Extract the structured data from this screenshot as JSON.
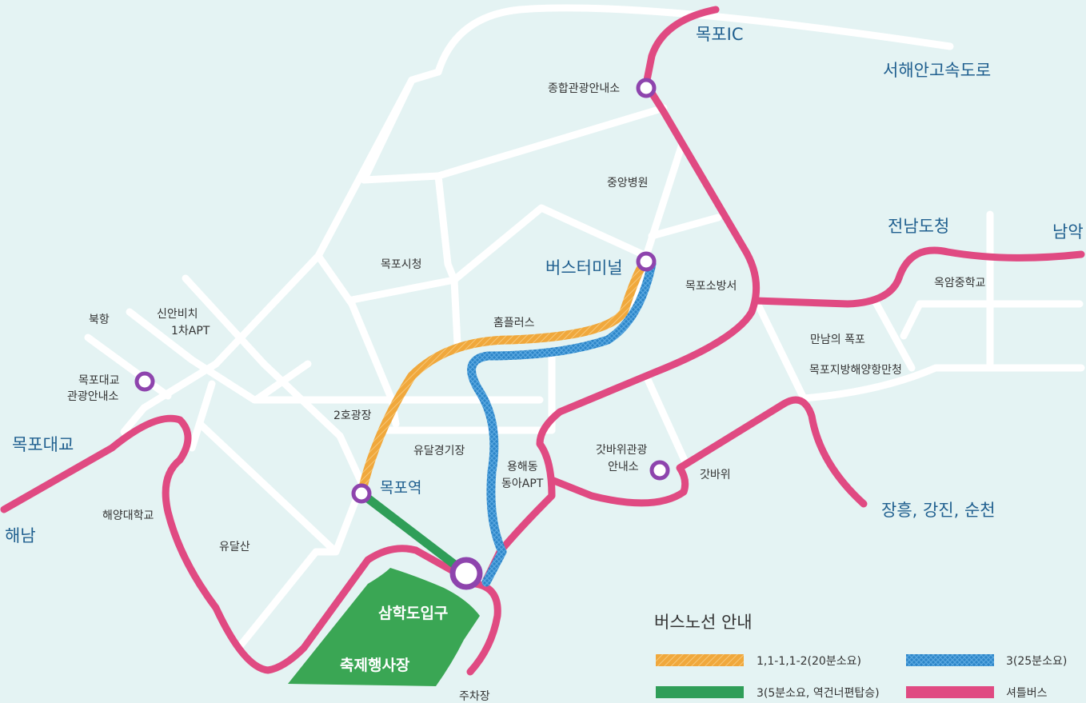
{
  "colors": {
    "background": "#e4f3f3",
    "road": "#ffffff",
    "route_1": "#f0a83c",
    "route_3_short": "#2f9e58",
    "route_3_long": "#2c85c8",
    "shuttle": "#e04a82",
    "stop_ring": "#8e44ad",
    "festival_area": "#3aa654"
  },
  "labels": {
    "mokpo_ic": "목포IC",
    "seohaean_expressway": "서해안고속도로",
    "tourist_info_center": "종합관광안내소",
    "jungang_hospital": "중앙병원",
    "mokpo_city_hall": "목포시청",
    "bus_terminal": "버스터미널",
    "mokpo_fire_station": "목포소방서",
    "jeonnam_provincial_office": "전남도청",
    "namak": "남악",
    "okam_middle_school": "옥암중학교",
    "mannam_waterfall": "만남의 폭포",
    "mokpo_maritime_office": "목포지방해양항만청",
    "homeplus": "홈플러스",
    "bukhang": "북항",
    "sinan_beach_apt": "신안비치\n1차APT",
    "mokpo_bridge_info": "목포대교\n관광안내소",
    "mokpo_bridge": "목포대교",
    "haenam": "해남",
    "plaza_2": "2호광장",
    "yudal_stadium": "유달경기장",
    "yonghae_apt": "용해동\n동아APT",
    "gatbawi_info": "갓바위관광\n안내소",
    "gatbawi": "갓바위",
    "jangheung": "장흥, 강진, 순천",
    "mokpo_station": "목포역",
    "maritime_university": "해양대학교",
    "yudalsan": "유달산",
    "samhakdo_entrance": "삼학도입구",
    "festival_venue": "축제행사장",
    "parking": "주차장"
  },
  "legend": {
    "title": "버스노선 안내",
    "items": [
      {
        "label": "1,1-1,1-2(20분소요)",
        "color": "#f0a83c"
      },
      {
        "label": "3(25분소요)",
        "color": "#2c85c8"
      },
      {
        "label": "3(5분소요, 역건너편탑승)",
        "color": "#2f9e58"
      },
      {
        "label": "셔틀버스",
        "color": "#e04a82"
      }
    ]
  }
}
